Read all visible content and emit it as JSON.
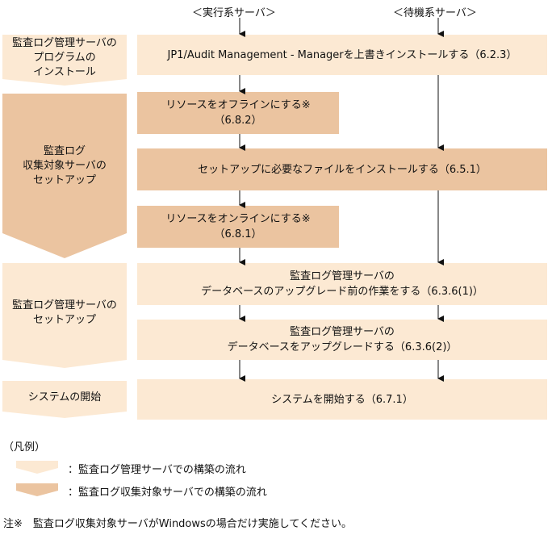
{
  "headers": {
    "active": "＜実行系サーバ＞",
    "standby": "＜待機系サーバ＞"
  },
  "stages": [
    {
      "label": "監査ログ管理サーバの\nプログラムの\nインストール",
      "kind": "manager"
    },
    {
      "label": "監査ログ\n収集対象サーバの\nセットアップ",
      "kind": "collector"
    },
    {
      "label": "監査ログ管理サーバの\nセットアップ",
      "kind": "manager"
    },
    {
      "label": "システムの開始",
      "kind": "manager"
    }
  ],
  "steps": {
    "install_manager": "JP1/Audit Management - Managerを上書きインストールする（6.2.3）",
    "offline_1": "リソースをオフラインにする※",
    "offline_2": "（6.8.2）",
    "install_files": "セットアップに必要なファイルをインストールする（6.5.1）",
    "online_1": "リソースをオンラインにする※",
    "online_2": "（6.8.1）",
    "db_prep_1": "監査ログ管理サーバの",
    "db_prep_2": "データベースのアップグレード前の作業をする（6.3.6(1)）",
    "db_upgrade_1": "監査ログ管理サーバの",
    "db_upgrade_2": "データベースをアップグレードする（6.3.6(2)）",
    "start_system": "システムを開始する（6.7.1）"
  },
  "legend": {
    "title": "（凡例）",
    "manager_flow": "：監査ログ管理サーバでの構築の流れ",
    "collector_flow": "：監査ログ収集対象サーバでの構築の流れ"
  },
  "note": "注※　監査ログ収集対象サーバがWindowsの場合だけ実施してください。",
  "colors": {
    "manager": "#FCE9D3",
    "collector": "#EBC4A0",
    "line": "#111111"
  }
}
